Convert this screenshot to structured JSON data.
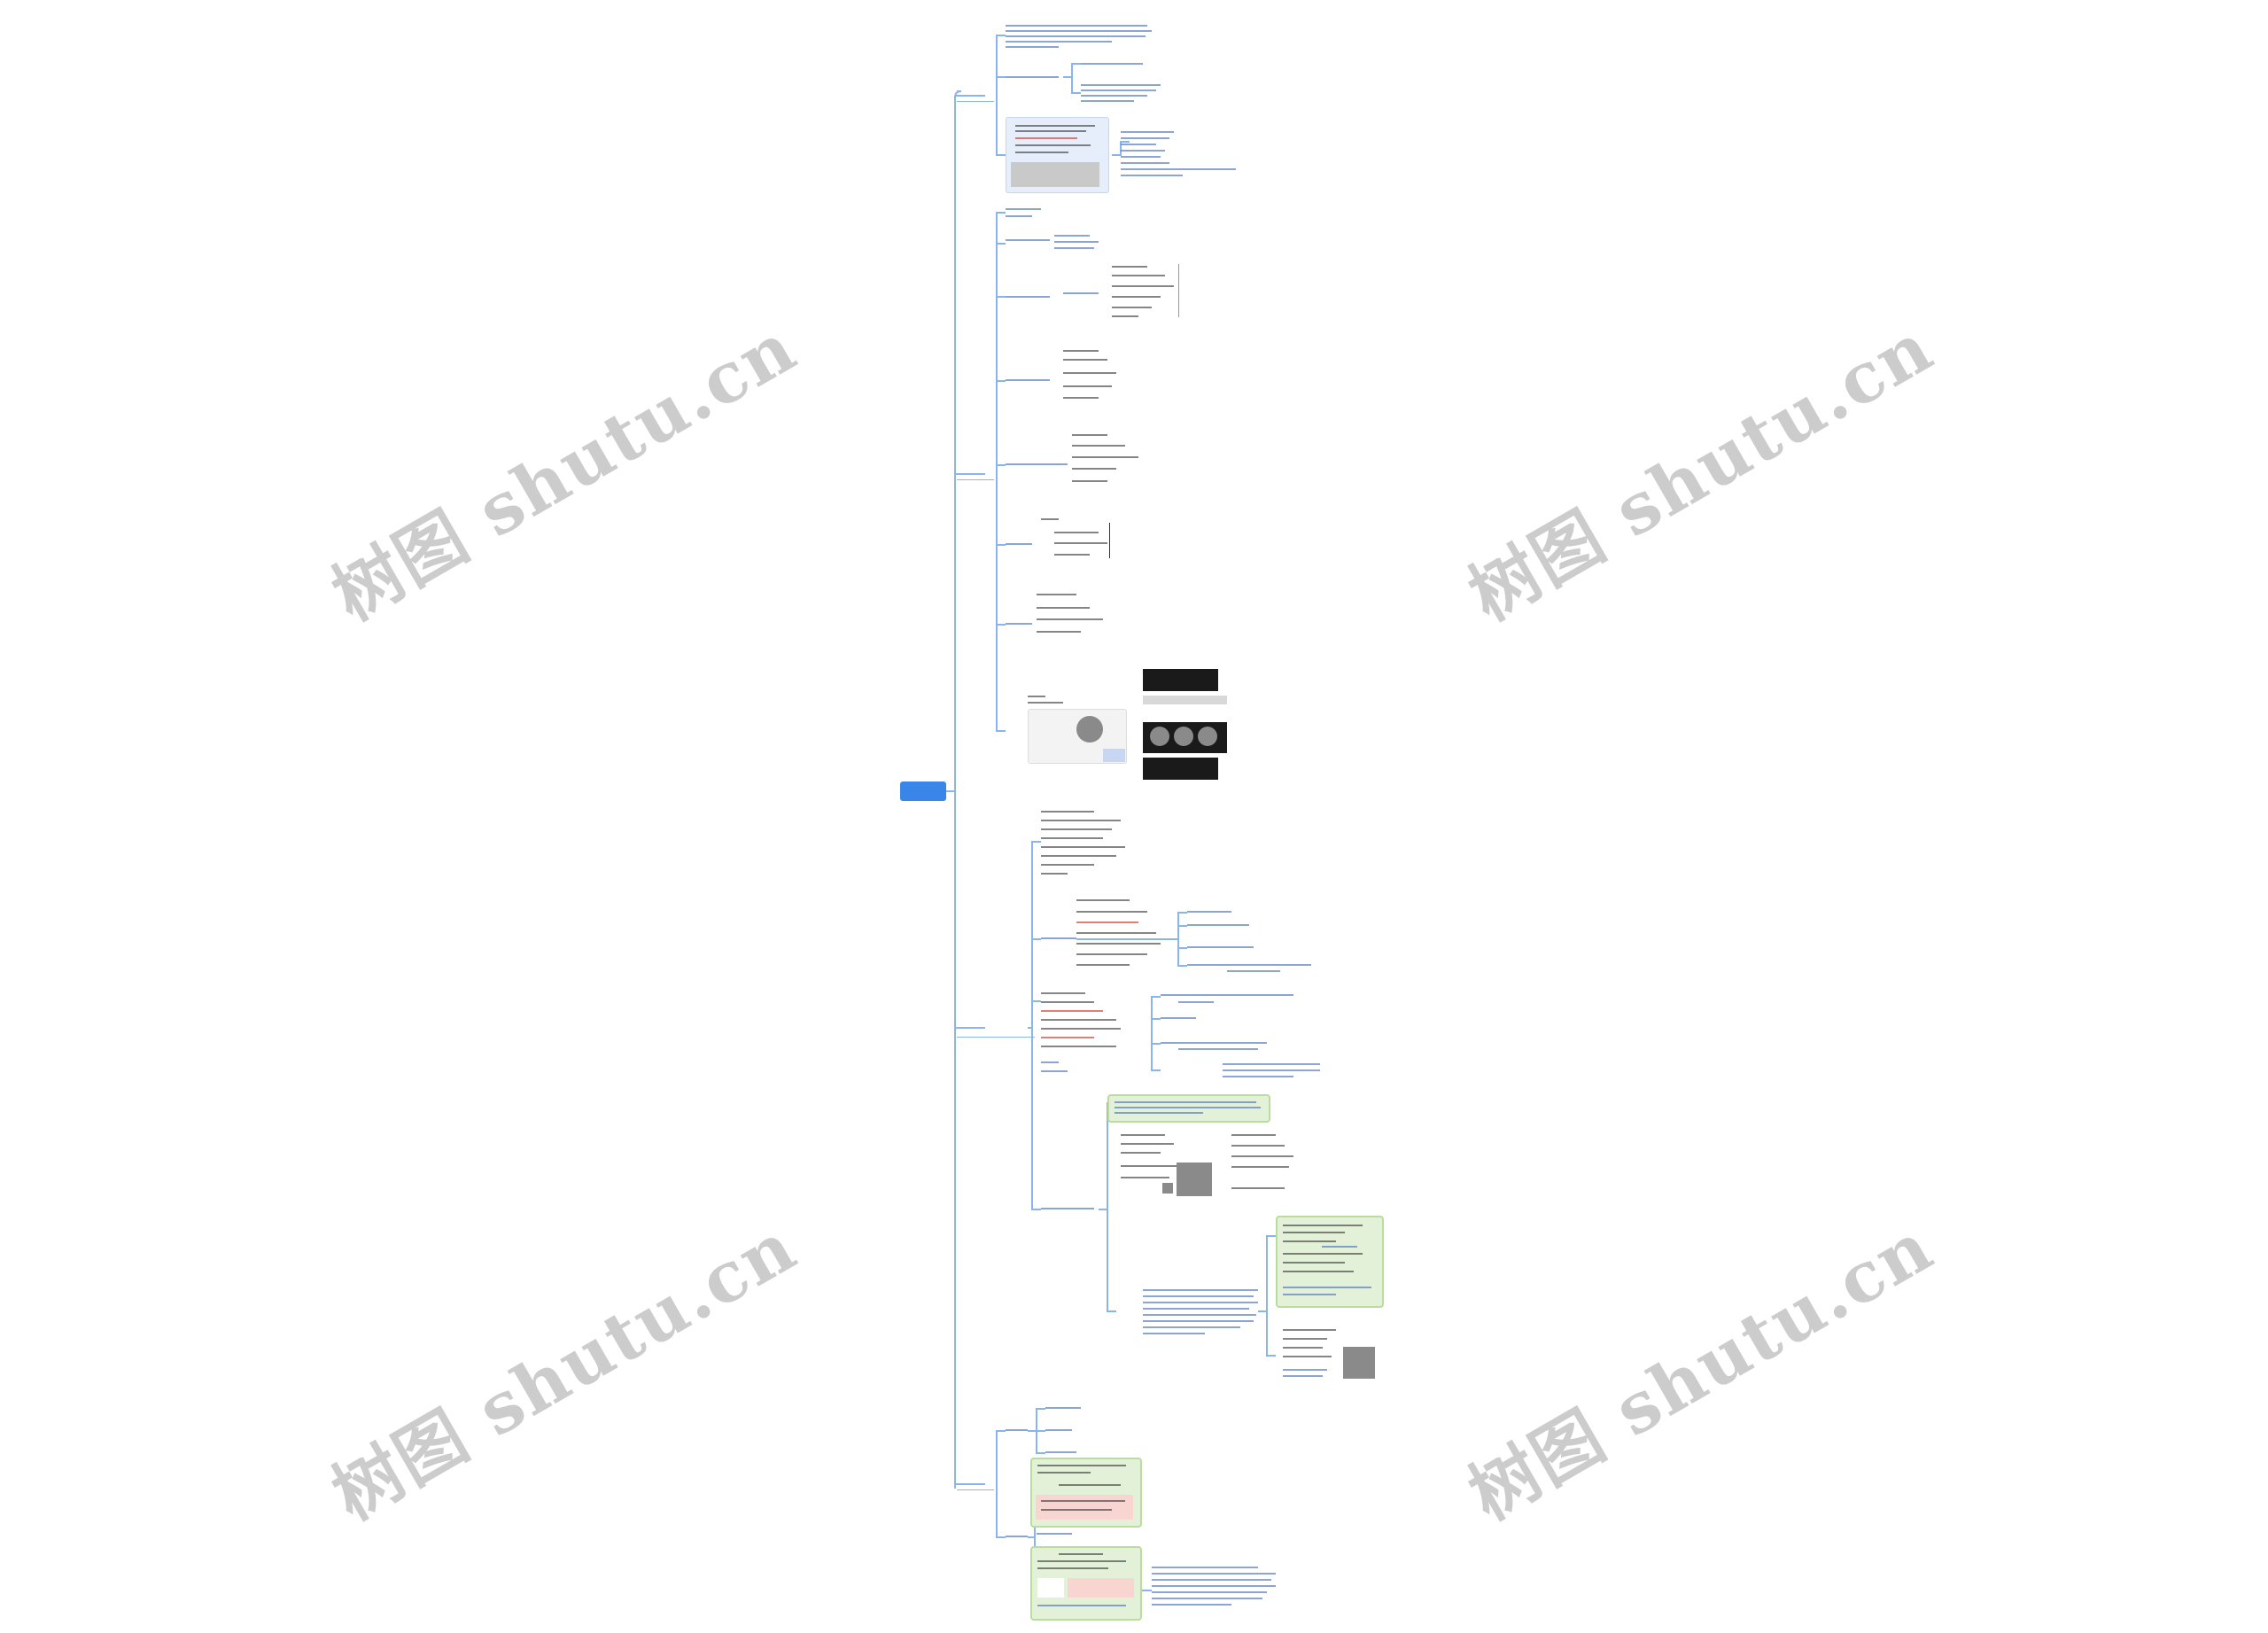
{
  "root": {
    "label": ""
  },
  "branches": [
    {
      "id": "b1",
      "label": ""
    },
    {
      "id": "b2",
      "label": ""
    },
    {
      "id": "b3",
      "label": ""
    },
    {
      "id": "b4",
      "label": ""
    }
  ],
  "watermarks": [
    "树图 shutu.cn",
    "树图 shutu.cn",
    "树图 shutu.cn",
    "树图 shutu.cn"
  ],
  "colors": {
    "root": "#3a86e8",
    "connector": "#8ab4ee",
    "node_text": "#2a5db0",
    "green_box": "#e2f1d8",
    "green_border": "#b9dd9f",
    "red_box": "#f8d5d0"
  }
}
